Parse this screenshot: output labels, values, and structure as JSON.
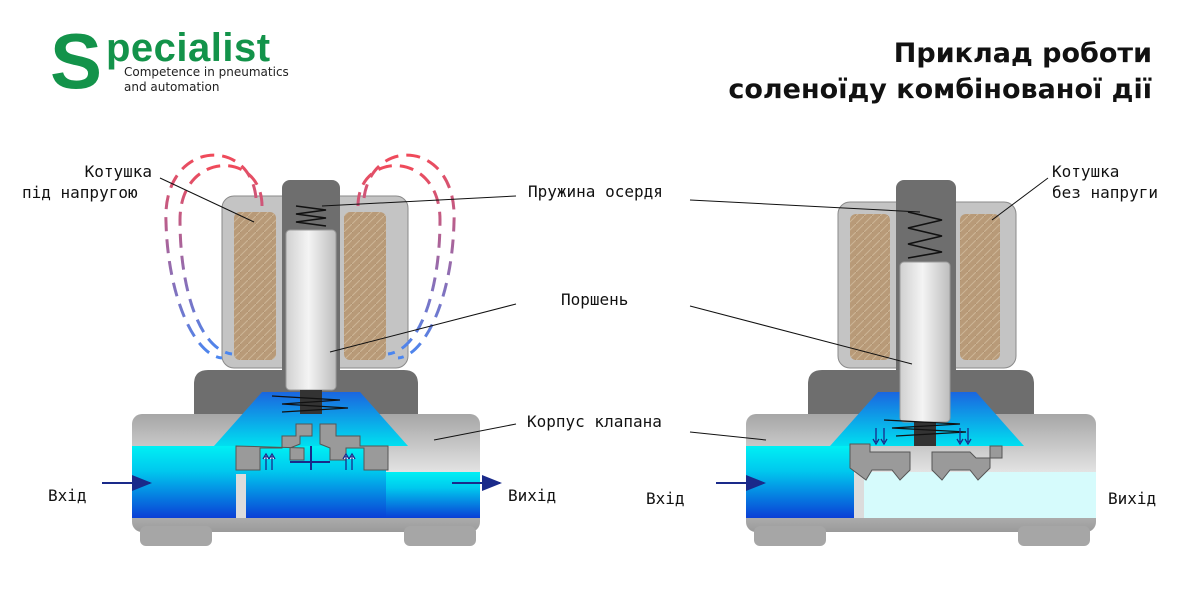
{
  "logo": {
    "initial": "S",
    "rest": "pecialist",
    "tagline_line1": "Competence in pneumatics",
    "tagline_line2": "and automation",
    "color": "#13934a"
  },
  "title": {
    "line1": "Приклад роботи",
    "line2": "соленоїду комбінованої дії"
  },
  "left_valve": {
    "coil_label_line1": "Котушка",
    "coil_label_line2": "під напругою",
    "inlet": "Вхід",
    "outlet": "Вихід",
    "state": "energized"
  },
  "right_valve": {
    "coil_label_line1": "Котушка",
    "coil_label_line2": "без напруги",
    "inlet": "Вхід",
    "outlet": "Вихід",
    "state": "de-energized"
  },
  "center_labels": {
    "spring": "Пружина осердя",
    "plunger": "Поршень",
    "body": "Корпус клапана"
  },
  "colors": {
    "fluid_light": "#00e8f0",
    "fluid_dark": "#0a3fd6",
    "outlet_empty": "#d6fbfc",
    "coil": "#b89a78",
    "body_grey": "#c8c8c8",
    "dark_grey": "#6e6e6e",
    "field_red": "#f04a5a",
    "field_blue": "#4a86f0"
  },
  "icons": [
    "spring-icon",
    "arrow-right-icon",
    "flow-arrow-icon",
    "magnetic-field-icon"
  ]
}
